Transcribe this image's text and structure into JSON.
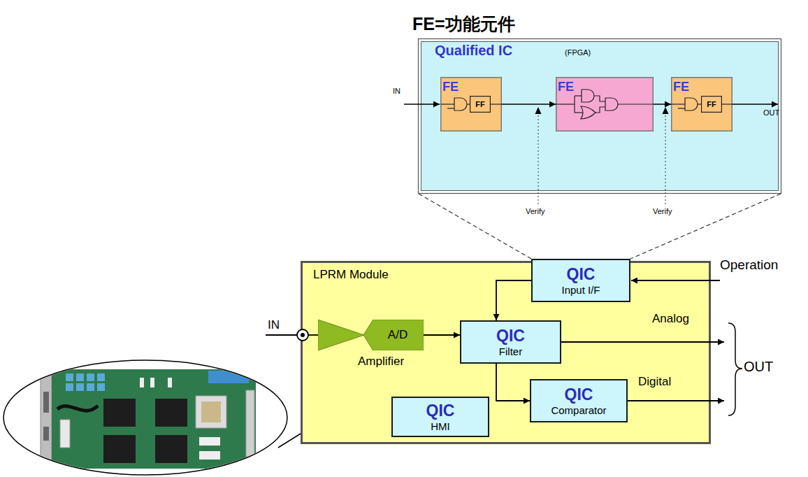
{
  "diagram": {
    "title": "FE=功能元件",
    "nodes": [
      {
        "text": [
          "Qualified IC",
          "(FPGA)"
        ]
      },
      {
        "text": [
          "FE"
        ],
        "in": 0
      },
      {
        "text": [
          "FF"
        ],
        "in": 1
      },
      {
        "text": [
          "FE"
        ],
        "in": 0
      },
      {
        "text": [
          "FE"
        ],
        "in": 0
      },
      {
        "text": [
          "FF"
        ],
        "in": 4
      },
      {
        "text": [
          "LPRM Module"
        ]
      },
      {
        "text": [
          "QIC",
          "Input I/F"
        ],
        "in": 6
      },
      {
        "text": [
          "Amplifier"
        ],
        "in": 6
      },
      {
        "text": [
          "A/D"
        ],
        "in": 6
      },
      {
        "text": [
          "QIC",
          "Filter"
        ],
        "in": 6
      },
      {
        "text": [
          "QIC",
          "Comparator"
        ],
        "in": 6
      },
      {
        "text": [
          "QIC",
          "HMI"
        ],
        "in": 6
      }
    ],
    "edges": [
      {
        "from": 1,
        "to": 3,
        "arrow": "to"
      },
      {
        "from": 3,
        "to": 4,
        "arrow": "to"
      },
      {
        "from": 0,
        "to": 7,
        "arrow": "none"
      },
      {
        "from": 0,
        "to": 7,
        "arrow": "none"
      },
      {
        "from": 9,
        "to": 10,
        "arrow": "to"
      },
      {
        "from": 7,
        "to": 10,
        "arrow": "to"
      },
      {
        "from": 10,
        "to": 11,
        "arrow": "to"
      }
    ],
    "labels": [
      "IN",
      "OUT",
      "Verify",
      "Verify",
      "IN",
      "Operation",
      "Analog",
      "Digital",
      "OUT"
    ]
  }
}
